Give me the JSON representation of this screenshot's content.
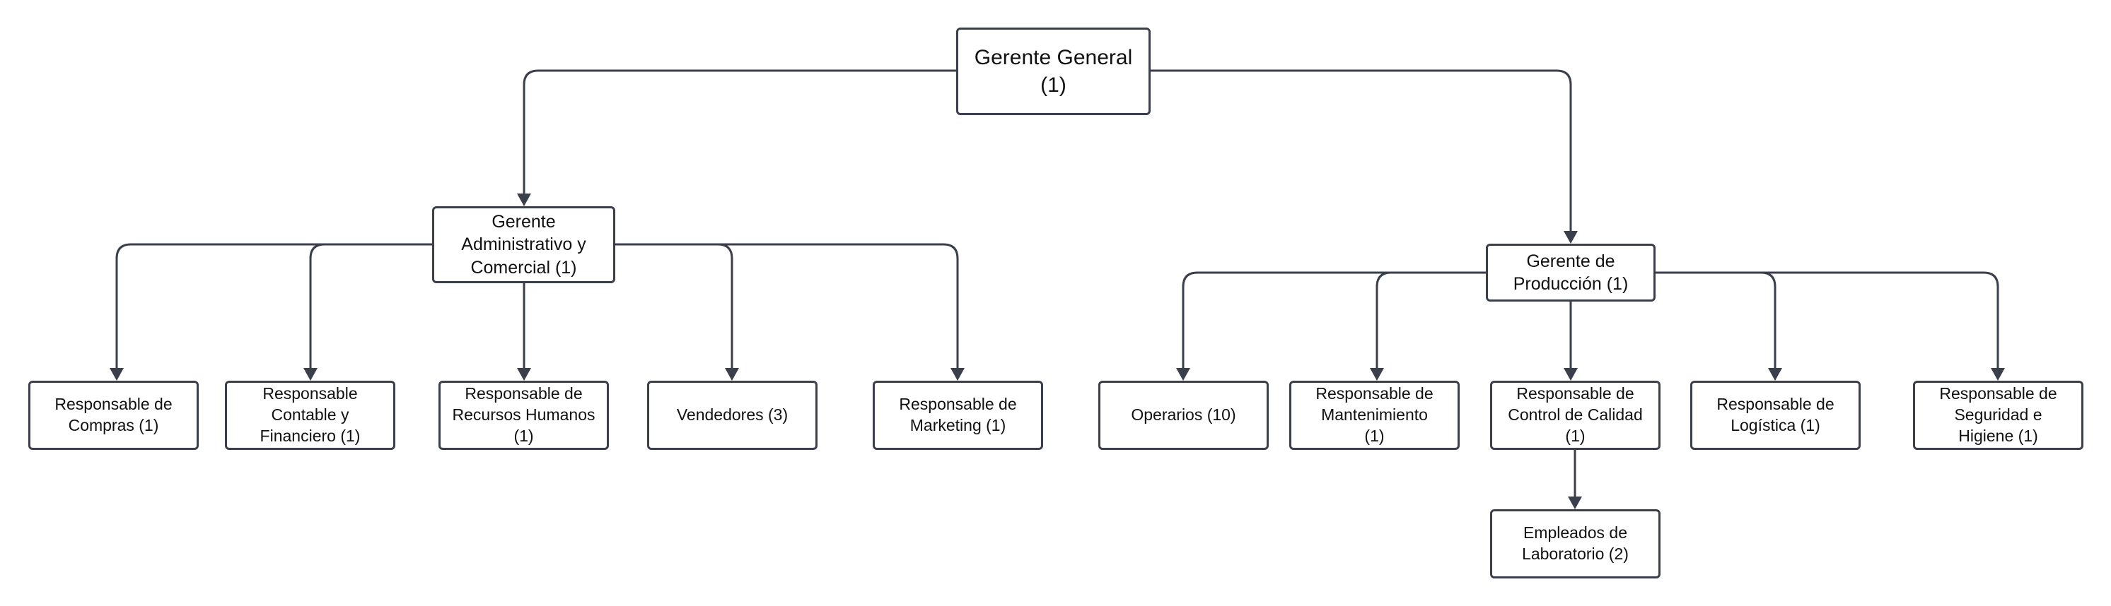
{
  "colors": {
    "line": "#3a3f4b",
    "box_border": "#3a3f4b",
    "box_fill": "#ffffff",
    "text": "#111111"
  },
  "nodes": {
    "gerente_general": "Gerente General\n(1)",
    "gerente_admin": "Gerente\nAdministrativo y\nComercial (1)",
    "gerente_prod": "Gerente de\nProducción (1)",
    "resp_compras": "Responsable de\nCompras (1)",
    "resp_contable": "Responsable\nContable y\nFinanciero (1)",
    "resp_rrhh": "Responsable de\nRecursos Humanos\n(1)",
    "vendedores": "Vendedores (3)",
    "resp_marketing": "Responsable de\nMarketing (1)",
    "operarios": "Operarios (10)",
    "resp_mantenimiento": "Responsable de\nMantenimiento\n(1)",
    "resp_calidad": "Responsable de\nControl de Calidad\n(1)",
    "resp_logistica": "Responsable de\nLogística (1)",
    "resp_seguridad": "Responsable de\nSeguridad e\nHigiene (1)",
    "empleados_lab": "Empleados de\nLaboratorio (2)"
  }
}
